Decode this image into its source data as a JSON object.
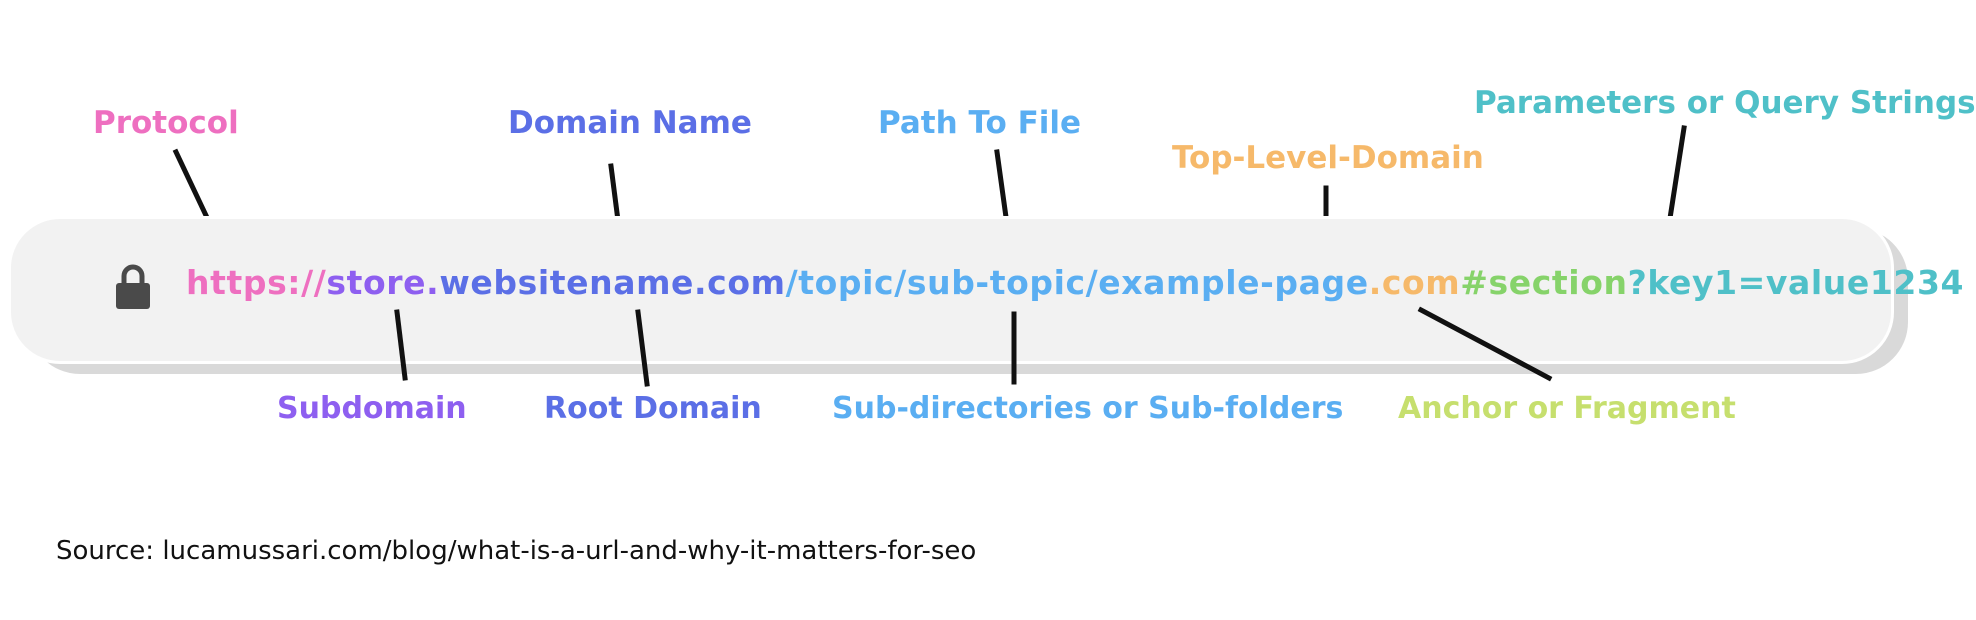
{
  "colors": {
    "protocol": "#ee6fc0",
    "subdomain": "#8e5ff0",
    "domain": "#5b6fe6",
    "path": "#5aaef2",
    "tld": "#f6b96a",
    "anchor": "#86d36a",
    "query": "#4fc0c8",
    "anchor_label": "#c6df6e",
    "leader_line": "#111111",
    "lock_icon": "#4a4a4a"
  },
  "icons": {
    "lock": "lock-icon"
  },
  "url": {
    "protocol": "https://",
    "subdomain": "store.",
    "root_domain": "websitename.com",
    "path": "/topic/sub-topic/example-page",
    "tld": ".com",
    "anchor": "#section",
    "query": "?key1=value1234"
  },
  "labels": {
    "protocol": "Protocol",
    "domain_name": "Domain Name",
    "path_to_file": "Path To File",
    "top_level_domain": "Top-Level-Domain",
    "parameters": "Parameters or Query Strings",
    "subdomain": "Subdomain",
    "root_domain": "Root Domain",
    "subdirectories": "Sub-directories or Sub-folders",
    "anchor": "Anchor or Fragment"
  },
  "source": {
    "prefix": "Source:",
    "url": "lucamussari.com/blog/what-is-a-url-and-why-it-matters-for-seo"
  }
}
